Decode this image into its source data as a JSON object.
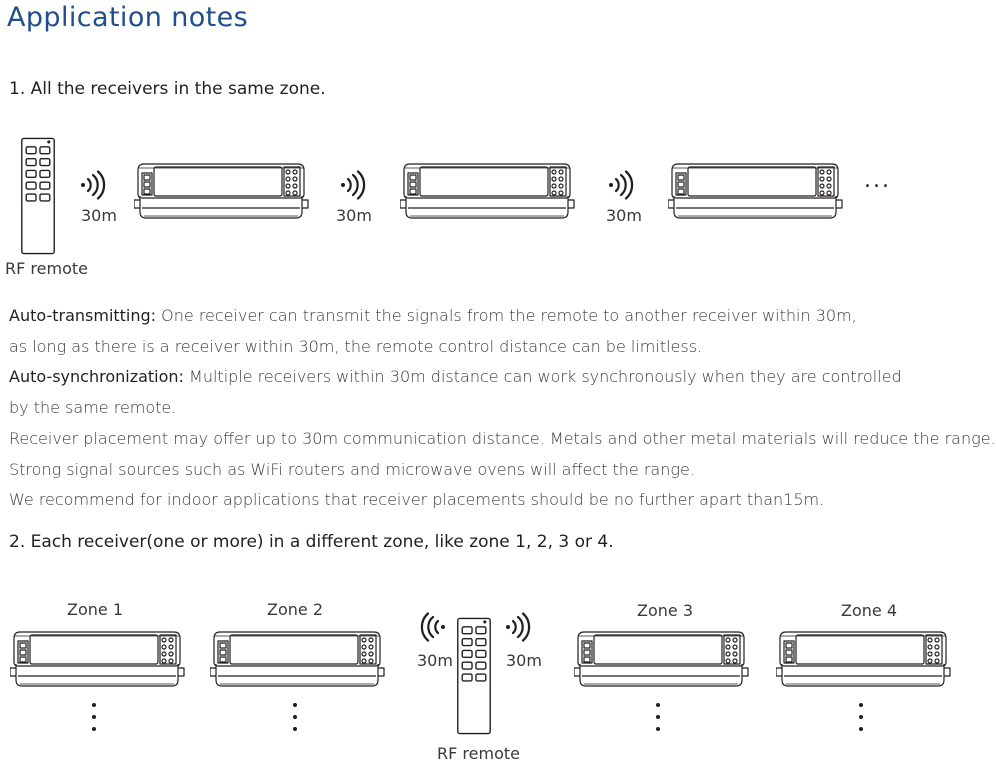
{
  "title": "Application notes",
  "section1": {
    "heading": "1. All the receivers in the same zone.",
    "remote_label": "RF remote",
    "distances": [
      "30m",
      "30m",
      "30m"
    ],
    "ellipsis": "..."
  },
  "paragraphs": {
    "auto_transmitting_term": "Auto-transmitting:",
    "auto_transmitting_text": " One receiver can transmit the signals from the remote to another receiver within 30m,",
    "line2": "as long as there is a receiver within 30m, the remote control distance can be limitless.",
    "auto_sync_term": "Auto-synchronization:",
    "auto_sync_text": " Multiple receivers within 30m distance can work synchronously when they are controlled",
    "line4": "by the same remote.",
    "line5": "Receiver placement may offer up to 30m communication distance. Metals and other metal materials will reduce the range.",
    "line6": "Strong signal sources such as WiFi routers and microwave ovens will affect the range.",
    "line7": "We recommend for indoor applications that receiver placements should be no further apart than15m."
  },
  "section2": {
    "heading": "2. Each receiver(one or more) in a different zone, like zone 1, 2, 3 or 4.",
    "zones": [
      "Zone 1",
      "Zone 2",
      "Zone 3",
      "Zone 4"
    ],
    "left_distance": "30m",
    "right_distance": "30m",
    "remote_label": "RF remote"
  }
}
